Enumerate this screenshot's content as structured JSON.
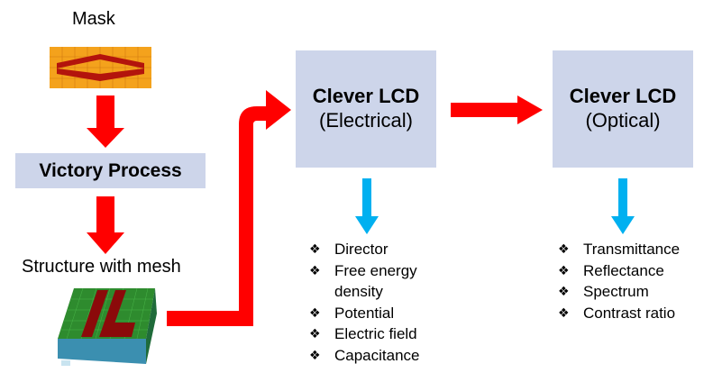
{
  "mask_label": "Mask",
  "process_label": "Victory Process",
  "structure_label": "Structure with mesh",
  "electrical_box": {
    "title": "Clever LCD",
    "subtitle": "(Electrical)"
  },
  "optical_box": {
    "title": "Clever LCD",
    "subtitle": "(Optical)"
  },
  "electrical_outputs": [
    "Director",
    "Free energy density",
    "Potential",
    "Electric field",
    "Capacitance"
  ],
  "optical_outputs": [
    "Transmittance",
    "Reflectance",
    "Spectrum",
    "Contrast ratio"
  ],
  "bullet_symbol": "❖",
  "colors": {
    "box_fill": "#cdd5ea",
    "flow_arrow": "#ff0000",
    "output_arrow": "#00b0f0"
  }
}
